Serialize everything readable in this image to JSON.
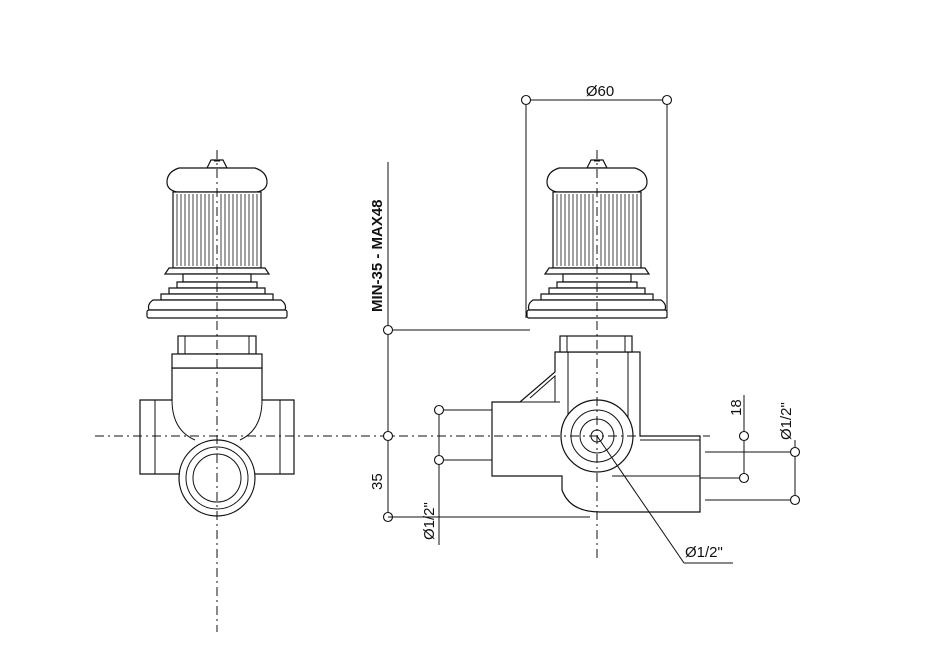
{
  "dimensions": {
    "diameter_top": "Ø60",
    "range_vertical": "MIN-35 - MAX48",
    "height_35": "35",
    "port_left": "Ø1/2\"",
    "depth_18": "18",
    "port_right": "Ø1/2\"",
    "port_center": "Ø1/2\""
  },
  "colors": {
    "line": "#111111",
    "background": "#ffffff"
  }
}
